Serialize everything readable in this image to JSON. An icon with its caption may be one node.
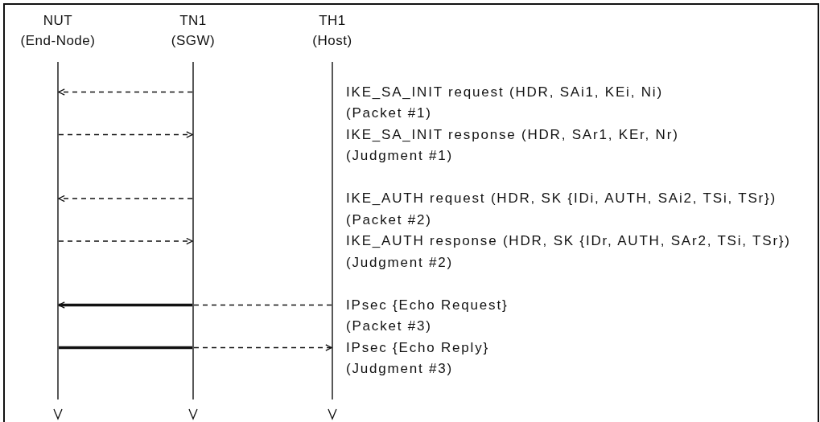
{
  "diagram": {
    "nodes": [
      {
        "text": [
          "NUT",
          "(End-Node)"
        ]
      },
      {
        "text": [
          "TN1",
          "(SGW)"
        ]
      },
      {
        "text": [
          "TH1",
          "(Host)"
        ]
      }
    ],
    "edges": [
      {
        "from": 1,
        "to": 0,
        "arrow": "to",
        "style": "dashed"
      },
      {
        "from": 0,
        "to": 1,
        "arrow": "to",
        "style": "dashed"
      },
      {
        "from": 1,
        "to": 0,
        "arrow": "to",
        "style": "dashed"
      },
      {
        "from": 0,
        "to": 1,
        "arrow": "to",
        "style": "dashed"
      },
      {
        "from": 2,
        "to": 1,
        "arrow": "none",
        "style": "dashed"
      },
      {
        "from": 1,
        "to": 0,
        "arrow": "to",
        "style": "thick"
      },
      {
        "from": 0,
        "to": 1,
        "arrow": "none",
        "style": "thick"
      },
      {
        "from": 1,
        "to": 2,
        "arrow": "to",
        "style": "dashed"
      }
    ],
    "labels": [
      "IKE_SA_INIT request (HDR, SAi1, KEi, Ni)",
      "(Packet #1)",
      "IKE_SA_INIT response (HDR, SAr1, KEr, Nr)",
      "(Judgment #1)",
      "IKE_AUTH request (HDR, SK {IDi, AUTH, SAi2, TSi, TSr})",
      "(Packet #2)",
      "IKE_AUTH response (HDR, SK {IDr, AUTH, SAr2, TSi, TSr})",
      "(Judgment #2)",
      "IPsec {Echo Request}",
      "(Packet #3)",
      "IPsec {Echo Reply}",
      "(Judgment #3)"
    ]
  }
}
